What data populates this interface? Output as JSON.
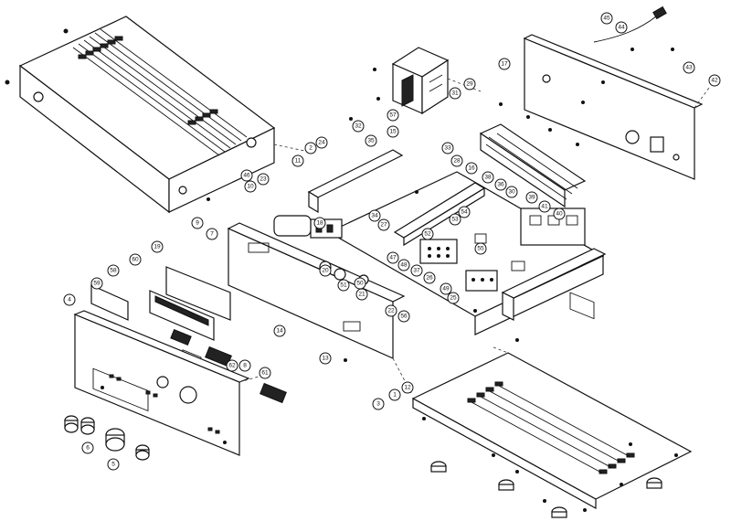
{
  "callouts": [
    "1",
    "2",
    "3",
    "4",
    "5",
    "6",
    "7",
    "8",
    "9",
    "10",
    "11",
    "12",
    "13",
    "14",
    "15",
    "16",
    "17",
    "18",
    "19",
    "20",
    "21",
    "22",
    "23",
    "24",
    "25",
    "26",
    "27",
    "28",
    "29",
    "30",
    "31",
    "32",
    "33",
    "34",
    "35",
    "36",
    "37",
    "38",
    "39",
    "40",
    "41",
    "42",
    "43",
    "44",
    "45",
    "46",
    "47",
    "48",
    "49",
    "50",
    "51",
    "52",
    "53",
    "54",
    "55",
    "56",
    "57",
    "58",
    "59",
    "60",
    "61",
    "62"
  ],
  "colors": {
    "ink": "#111111",
    "paper": "#ffffff",
    "shade": "#222222"
  }
}
